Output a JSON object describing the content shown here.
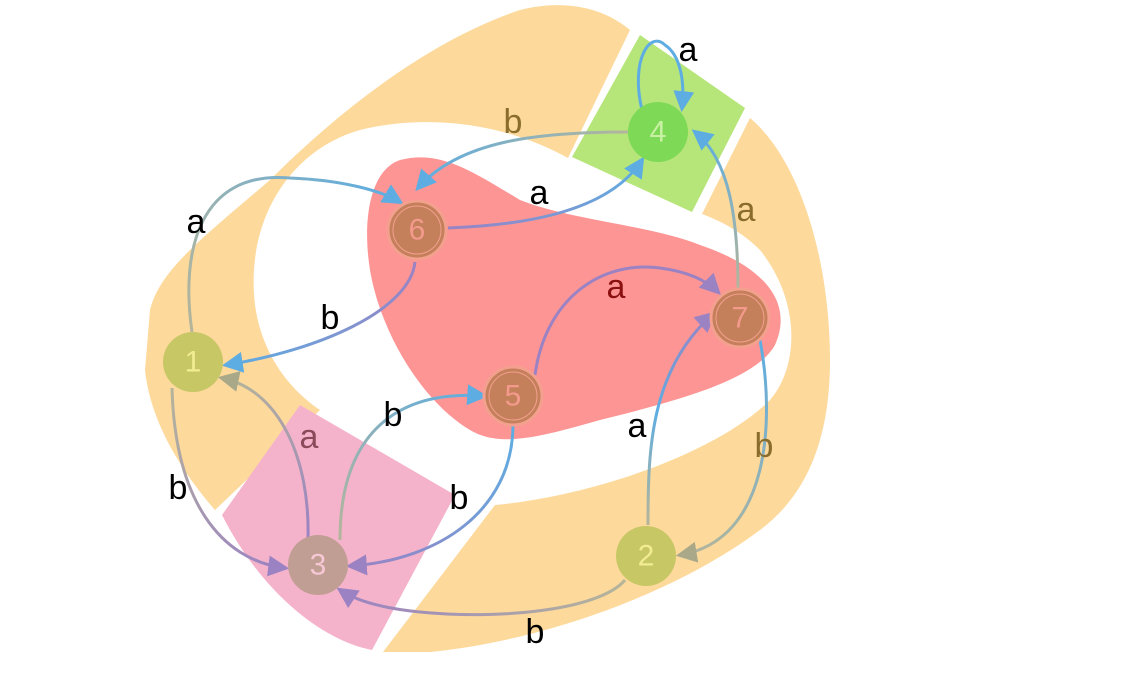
{
  "colors": {
    "background": "#ffffff",
    "orange_region": "#fdd99b",
    "green_region": "#b6e57a",
    "pink_region": "#f4b3cb",
    "red_region": "#fd9595",
    "edge_blue": "#5dade2",
    "edge_gray": "#b5b59a",
    "edge_purple": "#9b82c3"
  },
  "nodes": [
    {
      "id": "1",
      "label": "1",
      "fill": "#c7c765",
      "stroke": "#c7c765",
      "text_color": "#f2ec92"
    },
    {
      "id": "2",
      "label": "2",
      "fill": "#c7c765",
      "stroke": "#c7c765",
      "text_color": "#f2ec92"
    },
    {
      "id": "3",
      "label": "3",
      "fill": "#c19e94",
      "stroke": "#c19e94",
      "text_color": "#f6c7d4"
    },
    {
      "id": "4",
      "label": "4",
      "fill": "#7ed957",
      "stroke": "#7ed957",
      "text_color": "#c9f1a3"
    },
    {
      "id": "5",
      "label": "5",
      "fill": "#c47f5b",
      "stroke": "#f4a08e",
      "text_color": "#f49a8d"
    },
    {
      "id": "6",
      "label": "6",
      "fill": "#c47f5b",
      "stroke": "#f4a08e",
      "text_color": "#f49a8d"
    },
    {
      "id": "7",
      "label": "7",
      "fill": "#c47f5b",
      "stroke": "#f4a08e",
      "text_color": "#f49a8d"
    }
  ],
  "edges": [
    {
      "from": "4",
      "to": "4",
      "label": "a",
      "label_color": "#000000"
    },
    {
      "from": "4",
      "to": "6",
      "label": "b",
      "label_color": "#8a6d2c"
    },
    {
      "from": "6",
      "to": "4",
      "label": "a",
      "label_color": "#000000"
    },
    {
      "from": "1",
      "to": "6",
      "label": "a",
      "label_color": "#000000"
    },
    {
      "from": "6",
      "to": "1",
      "label": "b",
      "label_color": "#000000"
    },
    {
      "from": "5",
      "to": "7",
      "label": "a",
      "label_color": "#8b1010"
    },
    {
      "from": "7",
      "to": "4",
      "label": "a",
      "label_color": "#8a6d2c"
    },
    {
      "from": "7",
      "to": "2",
      "label": "b",
      "label_color": "#8a6d2c"
    },
    {
      "from": "2",
      "to": "7",
      "label": "a",
      "label_color": "#000000"
    },
    {
      "from": "3",
      "to": "5",
      "label": "b",
      "label_color": "#000000"
    },
    {
      "from": "5",
      "to": "3",
      "label": "b",
      "label_color": "#000000"
    },
    {
      "from": "3",
      "to": "1",
      "label": "a",
      "label_color": "#8a4a5a"
    },
    {
      "from": "1",
      "to": "3",
      "label": "b",
      "label_color": "#000000"
    },
    {
      "from": "2",
      "to": "3",
      "label": "b",
      "label_color": "#000000"
    }
  ]
}
